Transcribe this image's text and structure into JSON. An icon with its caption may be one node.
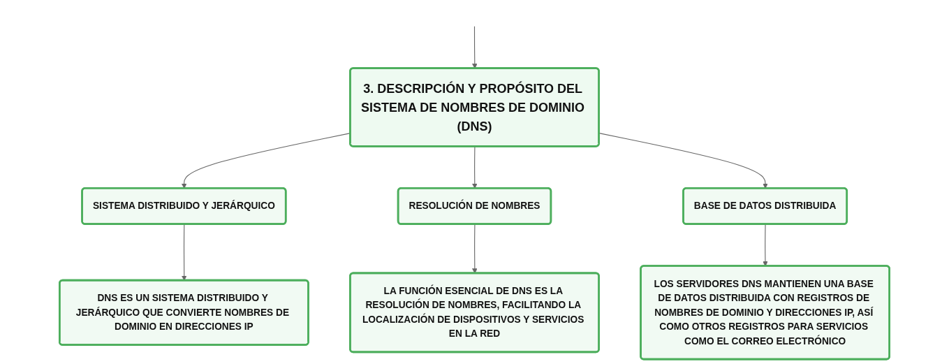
{
  "diagram": {
    "nodes": [
      {
        "text": [
          "3. DESCRIPCIÓN Y PROPÓSITO DEL SISTEMA DE NOMBRES DE DOMINIO (DNS)"
        ]
      },
      {
        "text": [
          "SISTEMA DISTRIBUIDO Y JERÁRQUICO"
        ]
      },
      {
        "text": [
          "RESOLUCIÓN DE NOMBRES"
        ]
      },
      {
        "text": [
          "BASE DE DATOS DISTRIBUIDA"
        ]
      },
      {
        "text": [
          "DNS ES UN SISTEMA DISTRIBUIDO Y JERÁRQUICO QUE CONVIERTE NOMBRES DE DOMINIO EN DIRECCIONES IP"
        ]
      },
      {
        "text": [
          "LA FUNCIÓN ESENCIAL DE DNS ES LA RESOLUCIÓN DE NOMBRES, FACILITANDO LA LOCALIZACIÓN DE DISPOSITIVOS Y SERVICIOS EN LA RED"
        ]
      },
      {
        "text": [
          "LOS SERVIDORES DNS MANTIENEN UNA BASE DE DATOS DISTRIBUIDA CON REGISTROS DE NOMBRES DE DOMINIO Y DIRECCIONES IP, ASÍ COMO OTROS REGISTROS PARA SERVICIOS COMO EL CORREO ELECTRÓNICO"
        ]
      }
    ],
    "edges": [
      {
        "from": null,
        "to": 0,
        "arrow": "to"
      },
      {
        "from": 0,
        "to": 1,
        "arrow": "to"
      },
      {
        "from": 0,
        "to": 2,
        "arrow": "to"
      },
      {
        "from": 0,
        "to": 3,
        "arrow": "to"
      },
      {
        "from": 1,
        "to": 4,
        "arrow": "to"
      },
      {
        "from": 2,
        "to": 5,
        "arrow": "to"
      },
      {
        "from": 3,
        "to": 6,
        "arrow": "to"
      }
    ]
  }
}
